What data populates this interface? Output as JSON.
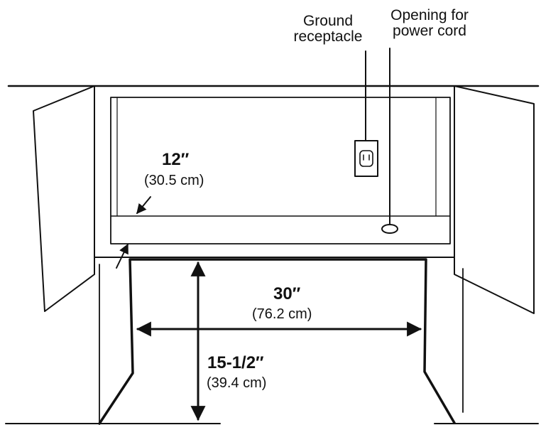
{
  "labels": {
    "ground_receptacle": [
      "Ground",
      "receptacle"
    ],
    "cord_opening": [
      "Opening for",
      "power cord"
    ]
  },
  "dimensions": {
    "depth": {
      "primary": "12″",
      "secondary": "(30.5 cm)"
    },
    "width": {
      "primary": "30″",
      "secondary": "(76.2 cm)"
    },
    "height": {
      "primary": "15-1/2″",
      "secondary": "(39.4 cm)"
    }
  },
  "colors": {
    "line": "#111111",
    "background": "#ffffff"
  }
}
